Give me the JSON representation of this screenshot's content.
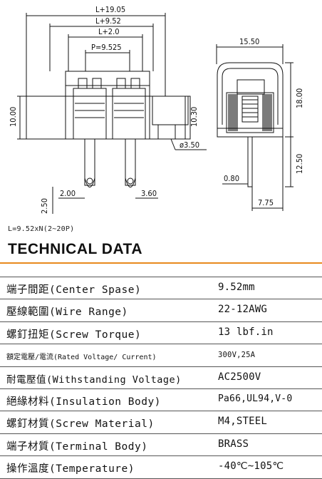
{
  "drawing": {
    "dims": {
      "l1905": "L+19.05",
      "l952": "L+9.52",
      "l20": "L+2.0",
      "pitch": "P=9.525",
      "d1550": "15.50",
      "d1000": "10.00",
      "d1030": "10.30",
      "d1800": "18.00",
      "d350": "ø3.50",
      "d1250": "12.50",
      "d080": "0.80",
      "d200": "2.00",
      "d360": "3.60",
      "d250": "2.50",
      "d775": "7.75"
    }
  },
  "formula": "L=9.52xN(2~20P)",
  "heading": "TECHNICAL DATA",
  "table": {
    "rows": [
      {
        "label": "端子間距(Center Spase)",
        "value": "9.52mm"
      },
      {
        "label": "壓線範圍(Wire Range)",
        "value": "22-12AWG"
      },
      {
        "label": "螺釘扭矩(Screw Torque)",
        "value": "13 lbf.in"
      },
      {
        "label": "額定電壓/電流(Rated Voltage/ Current)",
        "value": "300V,25A"
      },
      {
        "label": "耐電壓值(Withstanding Voltage)",
        "value": "AC2500V"
      },
      {
        "label": "絕緣材料(Insulation Body)",
        "value": "Pa66,UL94,V-0"
      },
      {
        "label": "螺釘材質(Screw Material)",
        "value": "M4,STEEL"
      },
      {
        "label": "端子材質(Terminal Body)",
        "value": "BRASS"
      },
      {
        "label": "操作溫度(Temperature)",
        "value": "-40℃~105℃"
      }
    ]
  }
}
